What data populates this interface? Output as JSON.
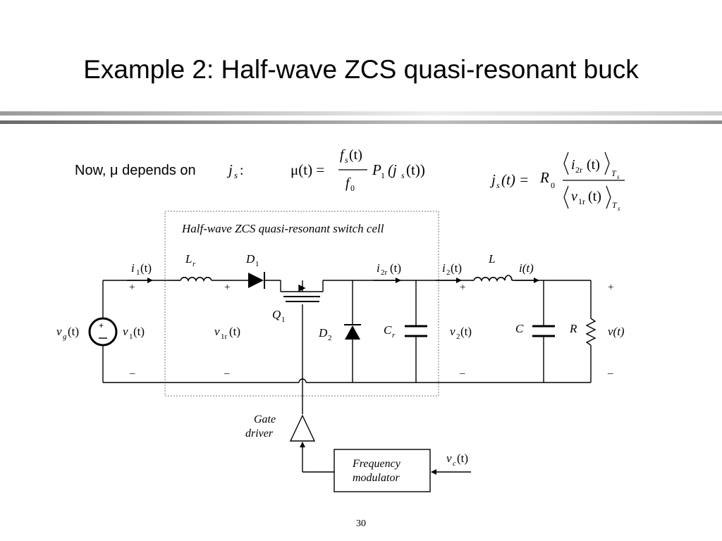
{
  "slide": {
    "title": "Example 2: Half-wave ZCS quasi-resonant buck",
    "page_number": "30"
  },
  "intro": {
    "text": "Now, μ depends on",
    "var": "j",
    "var_sub": "s",
    "colon": ":"
  },
  "eq1": {
    "lhs": "μ(t) =",
    "num": "f",
    "num_sub": "s",
    "num_tail": "(t)",
    "den": "f",
    "den_sub": "0",
    "P": "P",
    "P_sub": "1",
    "P_arg": "(j",
    "P_arg_sub": "s",
    "P_arg_tail": "(t))"
  },
  "eq2": {
    "lhs": "j",
    "lhs_sub": "s",
    "lhs_tail": "(t) = R",
    "R_sub": "0",
    "num": "i",
    "num_sub": "2r",
    "num_tail": "(t)",
    "den": "v",
    "den_sub": "1r",
    "den_tail": "(t)",
    "avg_sub": "T",
    "avg_sub_sub": "s"
  },
  "circuit": {
    "cell_label": "Half-wave ZCS quasi-resonant switch cell",
    "Lr": "L",
    "Lr_sub": "r",
    "D1": "D",
    "D1_sub": "1",
    "Q1": "Q",
    "Q1_sub": "1",
    "D2": "D",
    "D2_sub": "2",
    "Cr": "C",
    "Cr_sub": "r",
    "L": "L",
    "C": "C",
    "R": "R",
    "i1": "i",
    "i1_sub": "1",
    "i1_tail": "(t)",
    "i2r": "i",
    "i2r_sub": "2r",
    "i2r_tail": "(t)",
    "i2": "i",
    "i2_sub": "2",
    "i2_tail": "(t)",
    "i": "i(t)",
    "vg": "v",
    "vg_sub": "g",
    "vg_tail": "(t)",
    "v1": "v",
    "v1_sub": "1",
    "v1_tail": "(t)",
    "v1r": "v",
    "v1r_sub": "1r",
    "v1r_tail": "(t)",
    "v2": "v",
    "v2_sub": "2",
    "v2_tail": "(t)",
    "v": "v(t)",
    "vc": "v",
    "vc_sub": "c",
    "vc_tail": "(t)",
    "plus": "+",
    "minus": "–",
    "gate_driver_1": "Gate",
    "gate_driver_2": "driver",
    "freq_mod_1": "Frequency",
    "freq_mod_2": "modulator"
  }
}
